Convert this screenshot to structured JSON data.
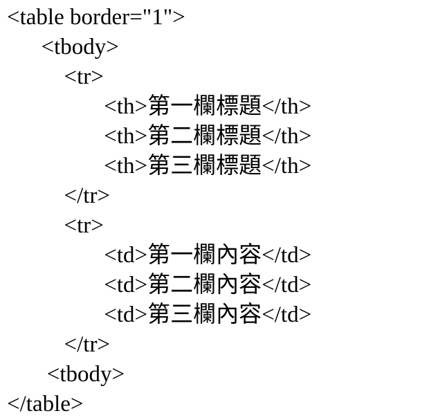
{
  "code": {
    "language": "html-source",
    "lines": [
      "<table border=\"1\">",
      "      <tbody>",
      "          <tr>",
      "                 <th>第一欄標題</th>",
      "                 <th>第二欄標題</th>",
      "                 <th>第三欄標題</th>",
      "          </tr>",
      "          <tr>",
      "                 <td>第一欄內容</td>",
      "                 <td>第二欄內容</td>",
      "                 <td>第三欄內容</td>",
      "          </tr>",
      "       <tbody>",
      "</table>"
    ]
  }
}
